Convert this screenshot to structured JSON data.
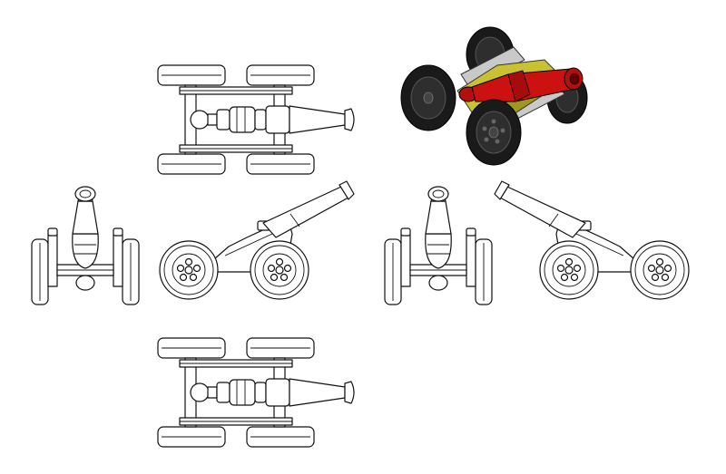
{
  "drawing": {
    "views": [
      {
        "id": "top",
        "orientation": "top"
      },
      {
        "id": "isometric",
        "orientation": "isometric"
      },
      {
        "id": "front",
        "orientation": "front"
      },
      {
        "id": "left",
        "orientation": "left"
      },
      {
        "id": "back",
        "orientation": "back"
      },
      {
        "id": "right",
        "orientation": "right"
      },
      {
        "id": "bottom",
        "orientation": "bottom"
      }
    ],
    "colors": {
      "line": "#111111",
      "paper": "#ffffff",
      "barrel": "#cc1111",
      "carriage": "#c8c230",
      "axle": "#c9c9c9",
      "tire": "#1a1a1a"
    }
  }
}
